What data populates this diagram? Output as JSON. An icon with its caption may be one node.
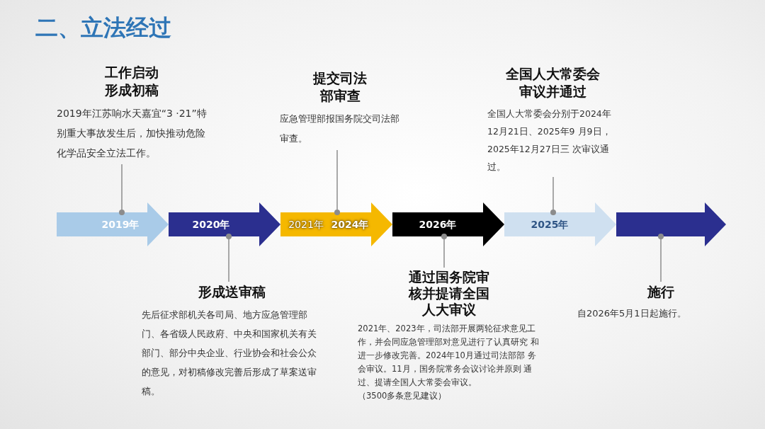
{
  "diagram": {
    "title": "二、立法经过",
    "nodes": [
      {
        "text": [
          "工作启动形成初稿",
          "2019年江苏响水天嘉宜“3 ·21”特别重大事故发生后，加快推动危险化学品安全立法工作。"
        ]
      },
      {
        "text": [
          "形成送审稿",
          "先后征求部机关各司局、地方应急管理部门、各省级人民政府、中央和国家机关有关部门、部分中央企业、行业协会和社会公众的意见，对初稿修改完善后形成了草案送审稿。"
        ]
      },
      {
        "text": [
          "提交司法部审查",
          "应急管理部报国务院交司法部审查。"
        ]
      },
      {
        "text": [
          "通过国务院审核并提请全国人大审议",
          "2021年、2023年，司法部开展两轮征求意见工作，并会同应急管理部对意见进行了认真研究 和进一步修改完善。2024年10月通过司法部部 务会审议。11月，国务院常务会议讨论并原则 通过、提请全国人大常委会审议。",
          "（3500多条意见建议）"
        ]
      },
      {
        "text": [
          "全国人大常委会审议并通过",
          "全国人大常委会分别于2024年12月21日、2025年9 月9日，2025年12月27日三 次审议通过。"
        ]
      },
      {
        "text": [
          "施行",
          "自2026年5月1日起施行。"
        ]
      },
      {
        "text": [
          "2019年"
        ]
      },
      {
        "text": [
          "2020年"
        ]
      },
      {
        "text": [
          "2021年",
          "2024年"
        ]
      },
      {
        "text": [
          "2026年"
        ]
      },
      {
        "text": [
          "2025年"
        ]
      },
      {
        "text": [],
        "shape": "arrow"
      }
    ],
    "edges": [
      {
        "from": 0,
        "to": 6,
        "arrow": "other",
        "color": "#8c8c8c"
      },
      {
        "from": 1,
        "to": 7,
        "arrow": "other",
        "color": "#8c8c8c"
      },
      {
        "from": 2,
        "to": 8,
        "arrow": "other",
        "color": "#8c8c8c"
      },
      {
        "from": 3,
        "to": 9,
        "arrow": "other",
        "color": "#8c8c8c"
      },
      {
        "from": 4,
        "to": 10,
        "arrow": "other",
        "color": "#8c8c8c"
      },
      {
        "from": 5,
        "to": 11,
        "arrow": "other",
        "color": "#8c8c8c"
      }
    ]
  }
}
